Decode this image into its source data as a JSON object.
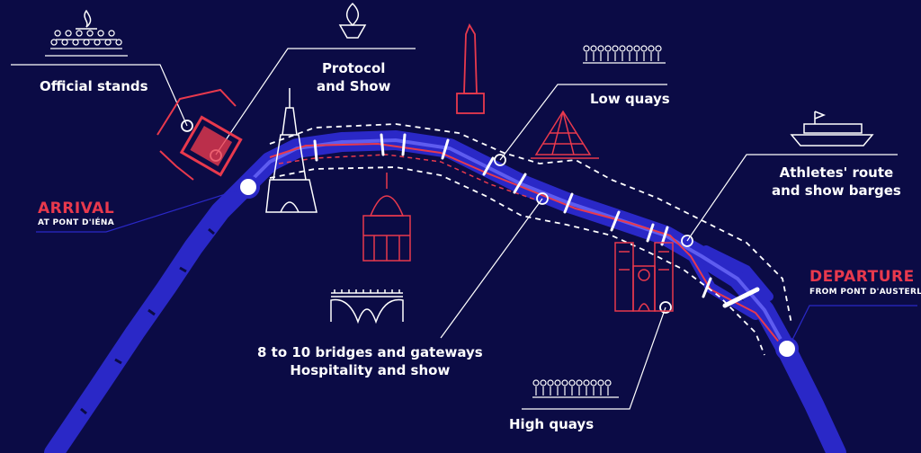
{
  "labels": {
    "official_stands": "Official stands",
    "protocol_line1": "Protocol",
    "protocol_line2": "and Show",
    "low_quays": "Low quays",
    "athletes_line1": "Athletes' route",
    "athletes_line2": "and show barges",
    "bridges_line1": "8 to 10 bridges and gateways",
    "bridges_line2": "Hospitality and show",
    "high_quays": "High quays"
  },
  "arrival": {
    "title": "ARRIVAL",
    "subtitle": "AT PONT D'IÉNA"
  },
  "departure": {
    "title": "DEPARTURE",
    "subtitle": "FROM PONT D'AUSTERLITZ"
  },
  "icons": [
    "torch-icon",
    "stands-crowd-icon",
    "flame-cup-icon",
    "obelisk-icon",
    "eiffel-tower-icon",
    "invalides-dome-icon",
    "louvre-pyramid-icon",
    "notre-dame-icon",
    "bridge-icon",
    "barge-icon",
    "crowd-icon"
  ],
  "colors": {
    "background": "#0b0b45",
    "river": "#2a28c7",
    "route": "#e8394d",
    "line": "#ffffff"
  }
}
